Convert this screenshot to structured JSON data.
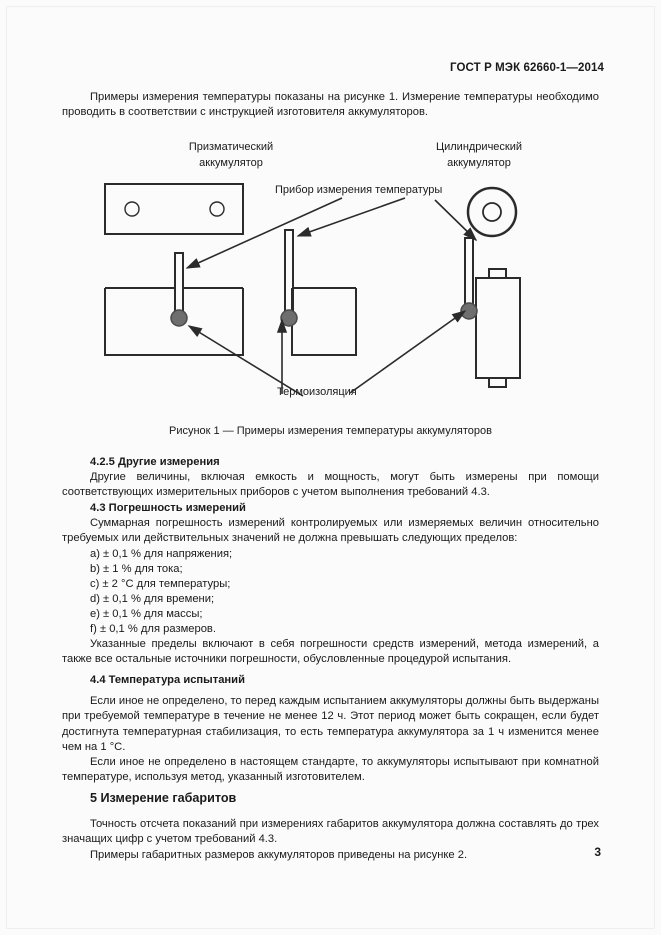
{
  "header": {
    "standard_id": "ГОСТ Р МЭК 62660-1—2014"
  },
  "page_number": "3",
  "intro": {
    "paragraph": "Примеры измерения температуры показаны на рисунке 1. Измерение температуры необходимо проводить в соответствии с инструкцией изготовителя аккумуляторов."
  },
  "figure": {
    "label_prismatic_line1": "Призматический",
    "label_prismatic_line2": "аккумулятор",
    "label_cylindrical_line1": "Цилиндрический",
    "label_cylindrical_line2": "аккумулятор",
    "label_device": "Прибор измерения температуры",
    "label_insulation": "Термоизоляция",
    "caption": "Рисунок 1 — Примеры измерения температуры аккумуляторов",
    "line_color": "#2b2b2b",
    "sensor_color": "#6e6e6e"
  },
  "sections": [
    {
      "id": "4.2.5",
      "heading": "4.2.5 Другие измерения",
      "body": "Другие величины, включая емкость и мощность, могут быть измерены при помощи соответствующих измерительных приборов с учетом выполнения требований 4.3."
    },
    {
      "id": "4.3",
      "heading": "4.3 Погрешность измерений",
      "body": "Суммарная погрешность измерений контролируемых или измеряемых величин относительно требуемых или действительных значений не должна превышать следующих пределов:",
      "list": [
        "a) ± 0,1 % для напряжения;",
        "b) ± 1 % для тока;",
        "c) ± 2 °С для температуры;",
        "d) ± 0,1 % для времени;",
        "e) ± 0,1 % для массы;",
        "f) ± 0,1 % для размеров."
      ],
      "body_after": "Указанные пределы включают в себя погрешности средств измерений, метода измерений, а также все остальные источники погрешности, обусловленные процедурой испытания."
    },
    {
      "id": "4.4",
      "heading": "4.4 Температура испытаний",
      "body": "Если иное не определено, то перед каждым испытанием аккумуляторы должны быть выдержаны при требуемой температуре в течение не менее 12 ч. Этот период может быть сокращен, если будет достигнута температурная стабилизация, то есть температура аккумулятора за 1 ч изменится менее чем на 1 °С.",
      "body2": "Если иное не определено в настоящем стандарте, то аккумуляторы испытывают при комнатной температуре, используя метод, указанный изготовителем."
    },
    {
      "id": "5",
      "heading": "5 Измерение габаритов",
      "body": "Точность отсчета показаний при измерениях габаритов аккумулятора должна составлять до трех значащих цифр с учетом требований 4.3.",
      "body2": "Примеры габаритных размеров аккумуляторов приведены на рисунке 2."
    }
  ]
}
